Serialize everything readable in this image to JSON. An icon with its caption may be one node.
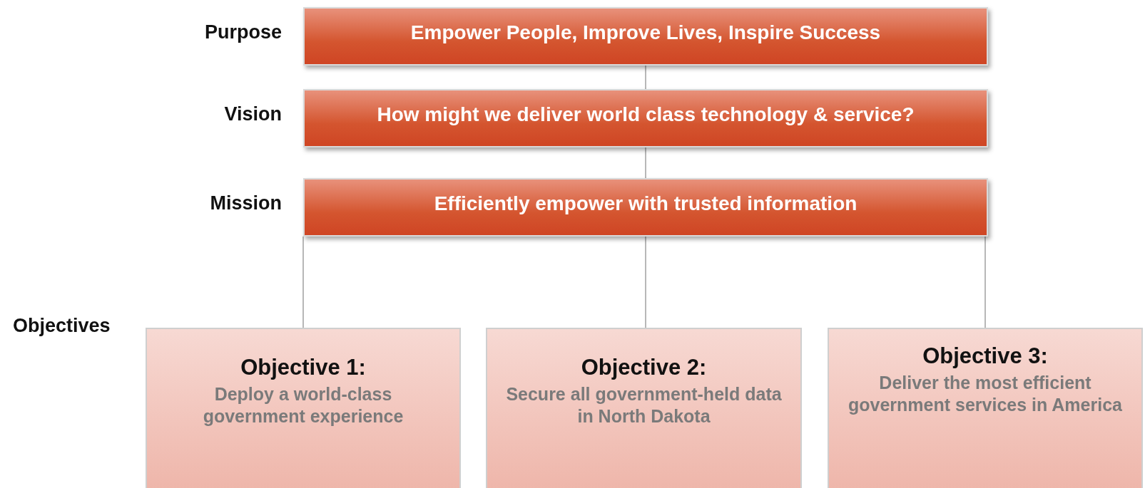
{
  "diagram": {
    "nodes": [
      {
        "text": [
          "Empower People, Improve Lives, Inspire Success"
        ],
        "beside": [
          "Purpose"
        ]
      },
      {
        "text": [
          "How might we deliver world class technology & service?"
        ],
        "beside": [
          "Vision"
        ]
      },
      {
        "text": [
          "Efficiently empower with trusted information"
        ],
        "beside": [
          "Mission"
        ]
      },
      {
        "text": [
          "Objective 1:",
          "Deploy a world-class government experience"
        ]
      },
      {
        "text": [
          "Objective 2:",
          "Secure all government-held data in North Dakota"
        ]
      },
      {
        "text": [
          "Objective 3:",
          "Deliver the most efficient government services in America"
        ]
      }
    ],
    "edges": [
      {
        "from": 0,
        "to": 1,
        "arrow": "none"
      },
      {
        "from": 1,
        "to": 2,
        "arrow": "none"
      },
      {
        "from": 2,
        "to": 3,
        "arrow": "none"
      },
      {
        "from": 2,
        "to": 4,
        "arrow": "none"
      },
      {
        "from": 2,
        "to": 5,
        "arrow": "none"
      }
    ],
    "labels": [
      "Objectives"
    ]
  }
}
